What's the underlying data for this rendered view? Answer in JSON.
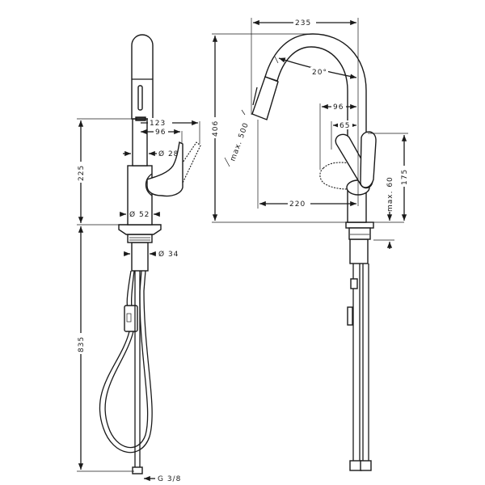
{
  "side_view": {
    "dim_spout_reach_outer": "123",
    "dim_spout_reach_inner": "96",
    "dim_neck_diameter": "Ø 28",
    "dim_body_diameter": "Ø 52",
    "dim_shank_diameter": "Ø 34",
    "dim_body_height": "225",
    "dim_hose_length": "835",
    "dim_connection": "G 3/8"
  },
  "front_view": {
    "dim_total_height": "406",
    "dim_width": "235",
    "dim_angle": "20°",
    "dim_pullout": "max. 500",
    "dim_lever_96": "96",
    "dim_lever_65": "65",
    "dim_spout_reach": "220",
    "dim_lever_height": "175",
    "dim_deck_thickness": "max. 60"
  }
}
